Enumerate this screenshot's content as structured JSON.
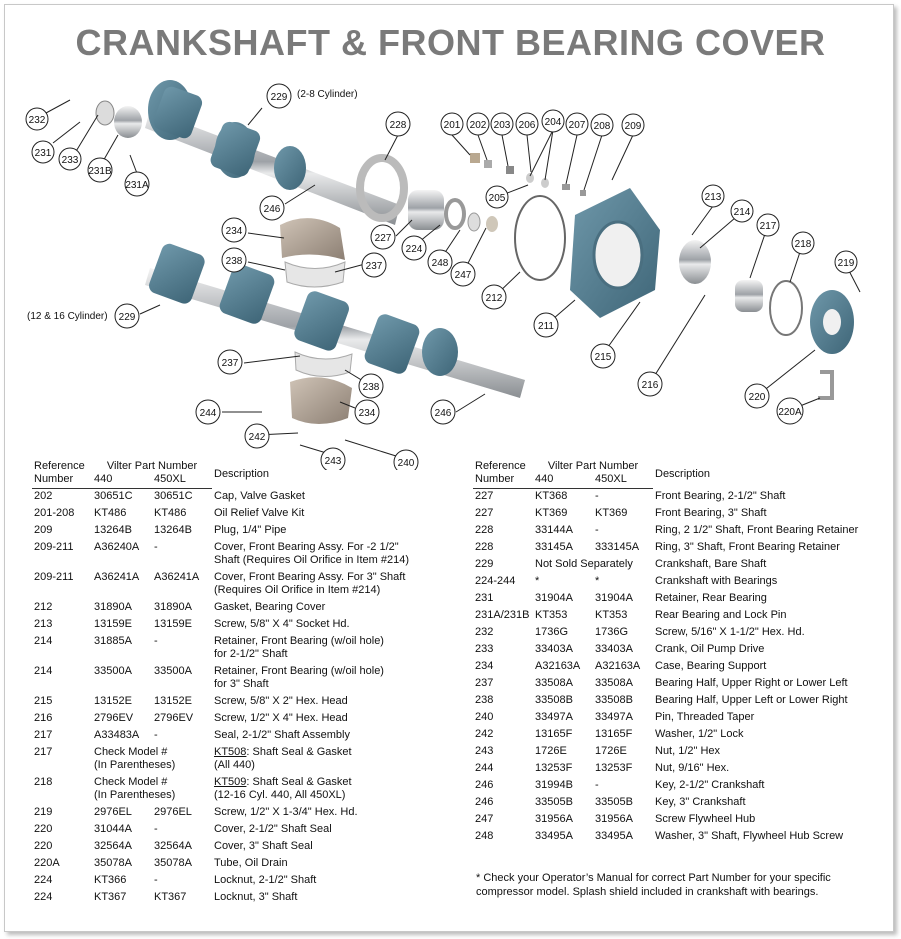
{
  "title": "CRANKSHAFT & FRONT BEARING COVER",
  "diagram": {
    "notes": [
      "(2-8 Cylinder)",
      "(12 & 16 Cylinder)"
    ],
    "callouts": [
      "232",
      "231",
      "233",
      "231B",
      "231A",
      "229",
      "246",
      "228",
      "234",
      "238",
      "237",
      "229",
      "237",
      "238",
      "244",
      "242",
      "234",
      "243",
      "240",
      "246",
      "227",
      "224",
      "248",
      "247",
      "201",
      "202",
      "203",
      "206",
      "204",
      "207",
      "208",
      "209",
      "205",
      "212",
      "211",
      "213",
      "214",
      "215",
      "217",
      "218",
      "219",
      "216",
      "220",
      "220A"
    ]
  },
  "table_headers": {
    "ref_top": "Reference",
    "ref_bottom": "Number",
    "vilter": "Vilter Part Number",
    "col_440": "440",
    "col_450": "450XL",
    "desc": "Description"
  },
  "left_rows": [
    {
      "ref": "202",
      "a": "30651C",
      "b": "30651C",
      "d": "Cap, Valve Gasket"
    },
    {
      "ref": "201-208",
      "a": "KT486",
      "b": "KT486",
      "d": "Oil Relief Valve Kit"
    },
    {
      "ref": "209",
      "a": "13264B",
      "b": "13264B",
      "d": "Plug, 1/4\" Pipe"
    },
    {
      "ref": "209-211",
      "a": "A36240A",
      "b": "-",
      "d": "Cover, Front Bearing Assy. For -2 1/2\"",
      "d2": "Shaft (Requires Oil Orifice in Item #214)"
    },
    {
      "ref": "209-211",
      "a": "A36241A",
      "b": "A36241A",
      "d": "Cover, Front Bearing Assy. For 3\" Shaft",
      "d2": "(Requires Oil Orifice in Item #214)"
    },
    {
      "ref": "212",
      "a": "31890A",
      "b": "31890A",
      "d": "Gasket, Bearing Cover"
    },
    {
      "ref": "213",
      "a": "13159E",
      "b": "13159E",
      "d": "Screw, 5/8\" X 4\" Socket Hd."
    },
    {
      "ref": "214",
      "a": "31885A",
      "b": "-",
      "d": "Retainer, Front Bearing (w/oil hole)",
      "d2": "for 2-1/2\" Shaft"
    },
    {
      "ref": "214",
      "a": "33500A",
      "b": "33500A",
      "d": "Retainer, Front Bearing (w/oil hole)",
      "d2": "for 3\" Shaft"
    },
    {
      "ref": "215",
      "a": "13152E",
      "b": "13152E",
      "d": "Screw, 5/8\" X 2\" Hex. Head"
    },
    {
      "ref": "216",
      "a": "2796EV",
      "b": "2796EV",
      "d": "Screw, 1/2\" X 4\" Hex. Head"
    },
    {
      "ref": "217",
      "a": "A33483A",
      "b": "-",
      "d": "Seal, 2-1/2\" Shaft Assembly"
    },
    {
      "ref": "217",
      "a": "Check Model #",
      "a2": "(In Parentheses)",
      "b": "",
      "du": "KT508",
      "d": ": Shaft Seal & Gasket",
      "d2": "(All 440)"
    },
    {
      "ref": "218",
      "a": "Check Model #",
      "a2": "(In Parentheses)",
      "b": "",
      "du": "KT509",
      "d": ": Shaft Seal & Gasket",
      "d2": "(12-16 Cyl. 440, All 450XL)"
    },
    {
      "ref": "219",
      "a": "2976EL",
      "b": "2976EL",
      "d": "Screw, 1/2\" X 1-3/4\" Hex. Hd."
    },
    {
      "ref": "220",
      "a": "31044A",
      "b": "-",
      "d": "Cover, 2-1/2\" Shaft Seal"
    },
    {
      "ref": "220",
      "a": "32564A",
      "b": "32564A",
      "d": "Cover, 3\" Shaft Seal"
    },
    {
      "ref": "220A",
      "a": "35078A",
      "b": "35078A",
      "d": "Tube, Oil Drain"
    },
    {
      "ref": "224",
      "a": "KT366",
      "b": "-",
      "d": "Locknut, 2-1/2\" Shaft"
    },
    {
      "ref": "224",
      "a": "KT367",
      "b": "KT367",
      "d": "Locknut, 3\" Shaft"
    }
  ],
  "right_rows": [
    {
      "ref": "227",
      "a": "KT368",
      "b": "-",
      "d": "Front Bearing, 2-1/2\" Shaft"
    },
    {
      "ref": "227",
      "a": "KT369",
      "b": "KT369",
      "d": "Front Bearing, 3\" Shaft"
    },
    {
      "ref": "228",
      "a": "33144A",
      "b": "-",
      "d": "Ring, 2 1/2\" Shaft, Front Bearing Retainer"
    },
    {
      "ref": "228",
      "a": "33145A",
      "b": "333145A",
      "d": "Ring, 3\" Shaft, Front Bearing Retainer"
    },
    {
      "ref": "229",
      "span": "Not Sold Separately",
      "d": "Crankshaft, Bare Shaft"
    },
    {
      "ref": "224-244",
      "a": "*",
      "b": "*",
      "d": "Crankshaft with Bearings"
    },
    {
      "ref": "231",
      "a": "31904A",
      "b": "31904A",
      "d": "Retainer, Rear Bearing"
    },
    {
      "ref": "231A/231B",
      "a": "KT353",
      "b": "KT353",
      "d": "Rear Bearing and Lock Pin"
    },
    {
      "ref": "232",
      "a": "1736G",
      "b": "1736G",
      "d": "Screw, 5/16\" X 1-1/2\" Hex. Hd."
    },
    {
      "ref": "233",
      "a": "33403A",
      "b": "33403A",
      "d": "Crank, Oil Pump Drive"
    },
    {
      "ref": "234",
      "a": "A32163A",
      "b": "A32163A",
      "d": "Case, Bearing Support"
    },
    {
      "ref": "237",
      "a": "33508A",
      "b": "33508A",
      "d": "Bearing Half, Upper Right or Lower Left"
    },
    {
      "ref": "238",
      "a": "33508B",
      "b": "33508B",
      "d": "Bearing Half, Upper Left or Lower Right"
    },
    {
      "ref": "240",
      "a": "33497A",
      "b": "33497A",
      "d": "Pin, Threaded Taper"
    },
    {
      "ref": "242",
      "a": "13165F",
      "b": "13165F",
      "d": "Washer, 1/2\" Lock"
    },
    {
      "ref": "243",
      "a": "1726E",
      "b": "1726E",
      "d": "Nut, 1/2\" Hex"
    },
    {
      "ref": "244",
      "a": "13253F",
      "b": "13253F",
      "d": "Nut, 9/16\" Hex."
    },
    {
      "ref": "246",
      "a": "31994B",
      "b": "-",
      "d": "Key, 2-1/2\" Crankshaft"
    },
    {
      "ref": "246",
      "a": "33505B",
      "b": "33505B",
      "d": "Key, 3\" Crankshaft"
    },
    {
      "ref": "247",
      "a": "31956A",
      "b": "31956A",
      "d": "Screw Flywheel Hub"
    },
    {
      "ref": "248",
      "a": "33495A",
      "b": "33495A",
      "d": "Washer, 3\" Shaft, Flywheel Hub Screw"
    }
  ],
  "footnote": "* Check your Operator’s Manual for correct Part Number for your specific compressor model. Splash shield included in crankshaft with bearings.",
  "colors": {
    "title": "#7a7a7a",
    "housing": "#5b8497",
    "chrome": "#d7d9dc"
  }
}
